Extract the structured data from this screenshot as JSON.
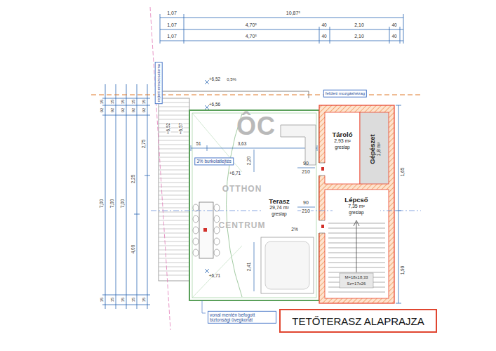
{
  "diagram": {
    "title": "TETŐTERASZ ALAPRAJZA",
    "nodes": [
      {
        "text": [
          "Tároló",
          "2,93 m²",
          "greslap"
        ]
      },
      {
        "text": [
          "Gépészet",
          "1,8 m²"
        ]
      },
      {
        "text": [
          "Terasz",
          "29,74 m²",
          "greslap"
        ]
      },
      {
        "text": [
          "Lépcső",
          "7,35 m²",
          "greslap"
        ]
      }
    ],
    "labels": [
      "1,07",
      "10,87⁵",
      "1,07",
      "4,70⁵",
      "40",
      "2,10",
      "40",
      "1,07",
      "4,70⁵",
      "40",
      "2,10",
      "40",
      "+6,52",
      "0,5%",
      "rejtett ereszcsatorna",
      "felületi mozgáshézag",
      "+6,56",
      "+6,52",
      "+6,57",
      "51",
      "3,63",
      "3% burkolatlejtés",
      "+6,71",
      "2,20",
      "90",
      "210",
      "90",
      "210",
      "2%",
      "2,41",
      "+6,71",
      "vonal mentén befogott biztonsági üvegkorlát",
      "OTTHON",
      "CENTRUM",
      "ÔC",
      "M=18x18,33",
      "Sz=17x26",
      "15",
      "92",
      "7,00",
      "15",
      "15",
      "92",
      "7,00",
      "15",
      "15",
      "92",
      "7,00",
      "15",
      "15",
      "92",
      "2,25",
      "4,00",
      "15",
      "15",
      "92",
      "2,75",
      "15",
      "1,65",
      "1,99"
    ]
  }
}
